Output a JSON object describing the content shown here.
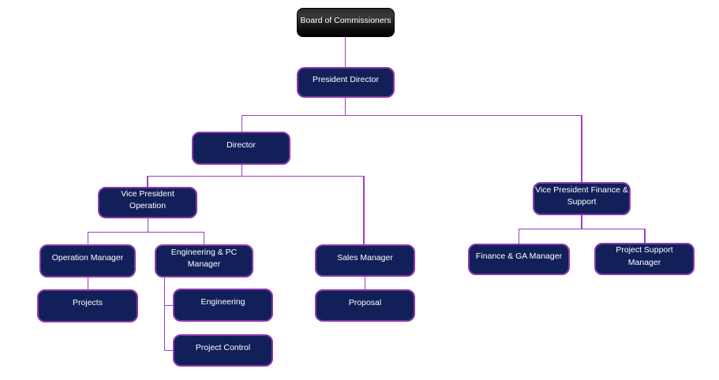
{
  "diagram": {
    "type": "org-chart",
    "nodes": [
      {
        "id": "board-of-commissioners",
        "label": "Board of Commissioners",
        "reports_to": null
      },
      {
        "id": "president-director",
        "label": "President Director",
        "reports_to": "board-of-commissioners"
      },
      {
        "id": "director",
        "label": "Director",
        "reports_to": "president-director"
      },
      {
        "id": "vice-president-operation",
        "label": "Vice President\nOperation",
        "reports_to": "director"
      },
      {
        "id": "vice-president-finance-support",
        "label": "Vice President Finance &\nSupport",
        "reports_to": "president-director"
      },
      {
        "id": "operation-manager",
        "label": "Operation Manager",
        "reports_to": "vice-president-operation"
      },
      {
        "id": "engineering-pc-manager",
        "label": "Engineering & PC\nManager",
        "reports_to": "vice-president-operation"
      },
      {
        "id": "sales-manager",
        "label": "Sales Manager",
        "reports_to": "director"
      },
      {
        "id": "finance-ga-manager",
        "label": "Finance & GA Manager",
        "reports_to": "vice-president-finance-support"
      },
      {
        "id": "project-support-manager",
        "label": "Project Support\nManager",
        "reports_to": "vice-president-finance-support"
      },
      {
        "id": "projects",
        "label": "Projects",
        "reports_to": "operation-manager"
      },
      {
        "id": "engineering",
        "label": "Engineering",
        "reports_to": "engineering-pc-manager"
      },
      {
        "id": "proposal",
        "label": "Proposal",
        "reports_to": "sales-manager"
      },
      {
        "id": "project-control",
        "label": "Project Control",
        "reports_to": "engineering-pc-manager"
      }
    ]
  },
  "colors": {
    "page_bg": "#ffffff",
    "node_fill": "#122059",
    "node_border": "#8c38ac",
    "node_text": "#ffffff",
    "connector": "#a03cc4",
    "root_fill_top": "#3a3a3a",
    "root_fill_bottom": "#000000",
    "root_text": "#ffffff"
  }
}
